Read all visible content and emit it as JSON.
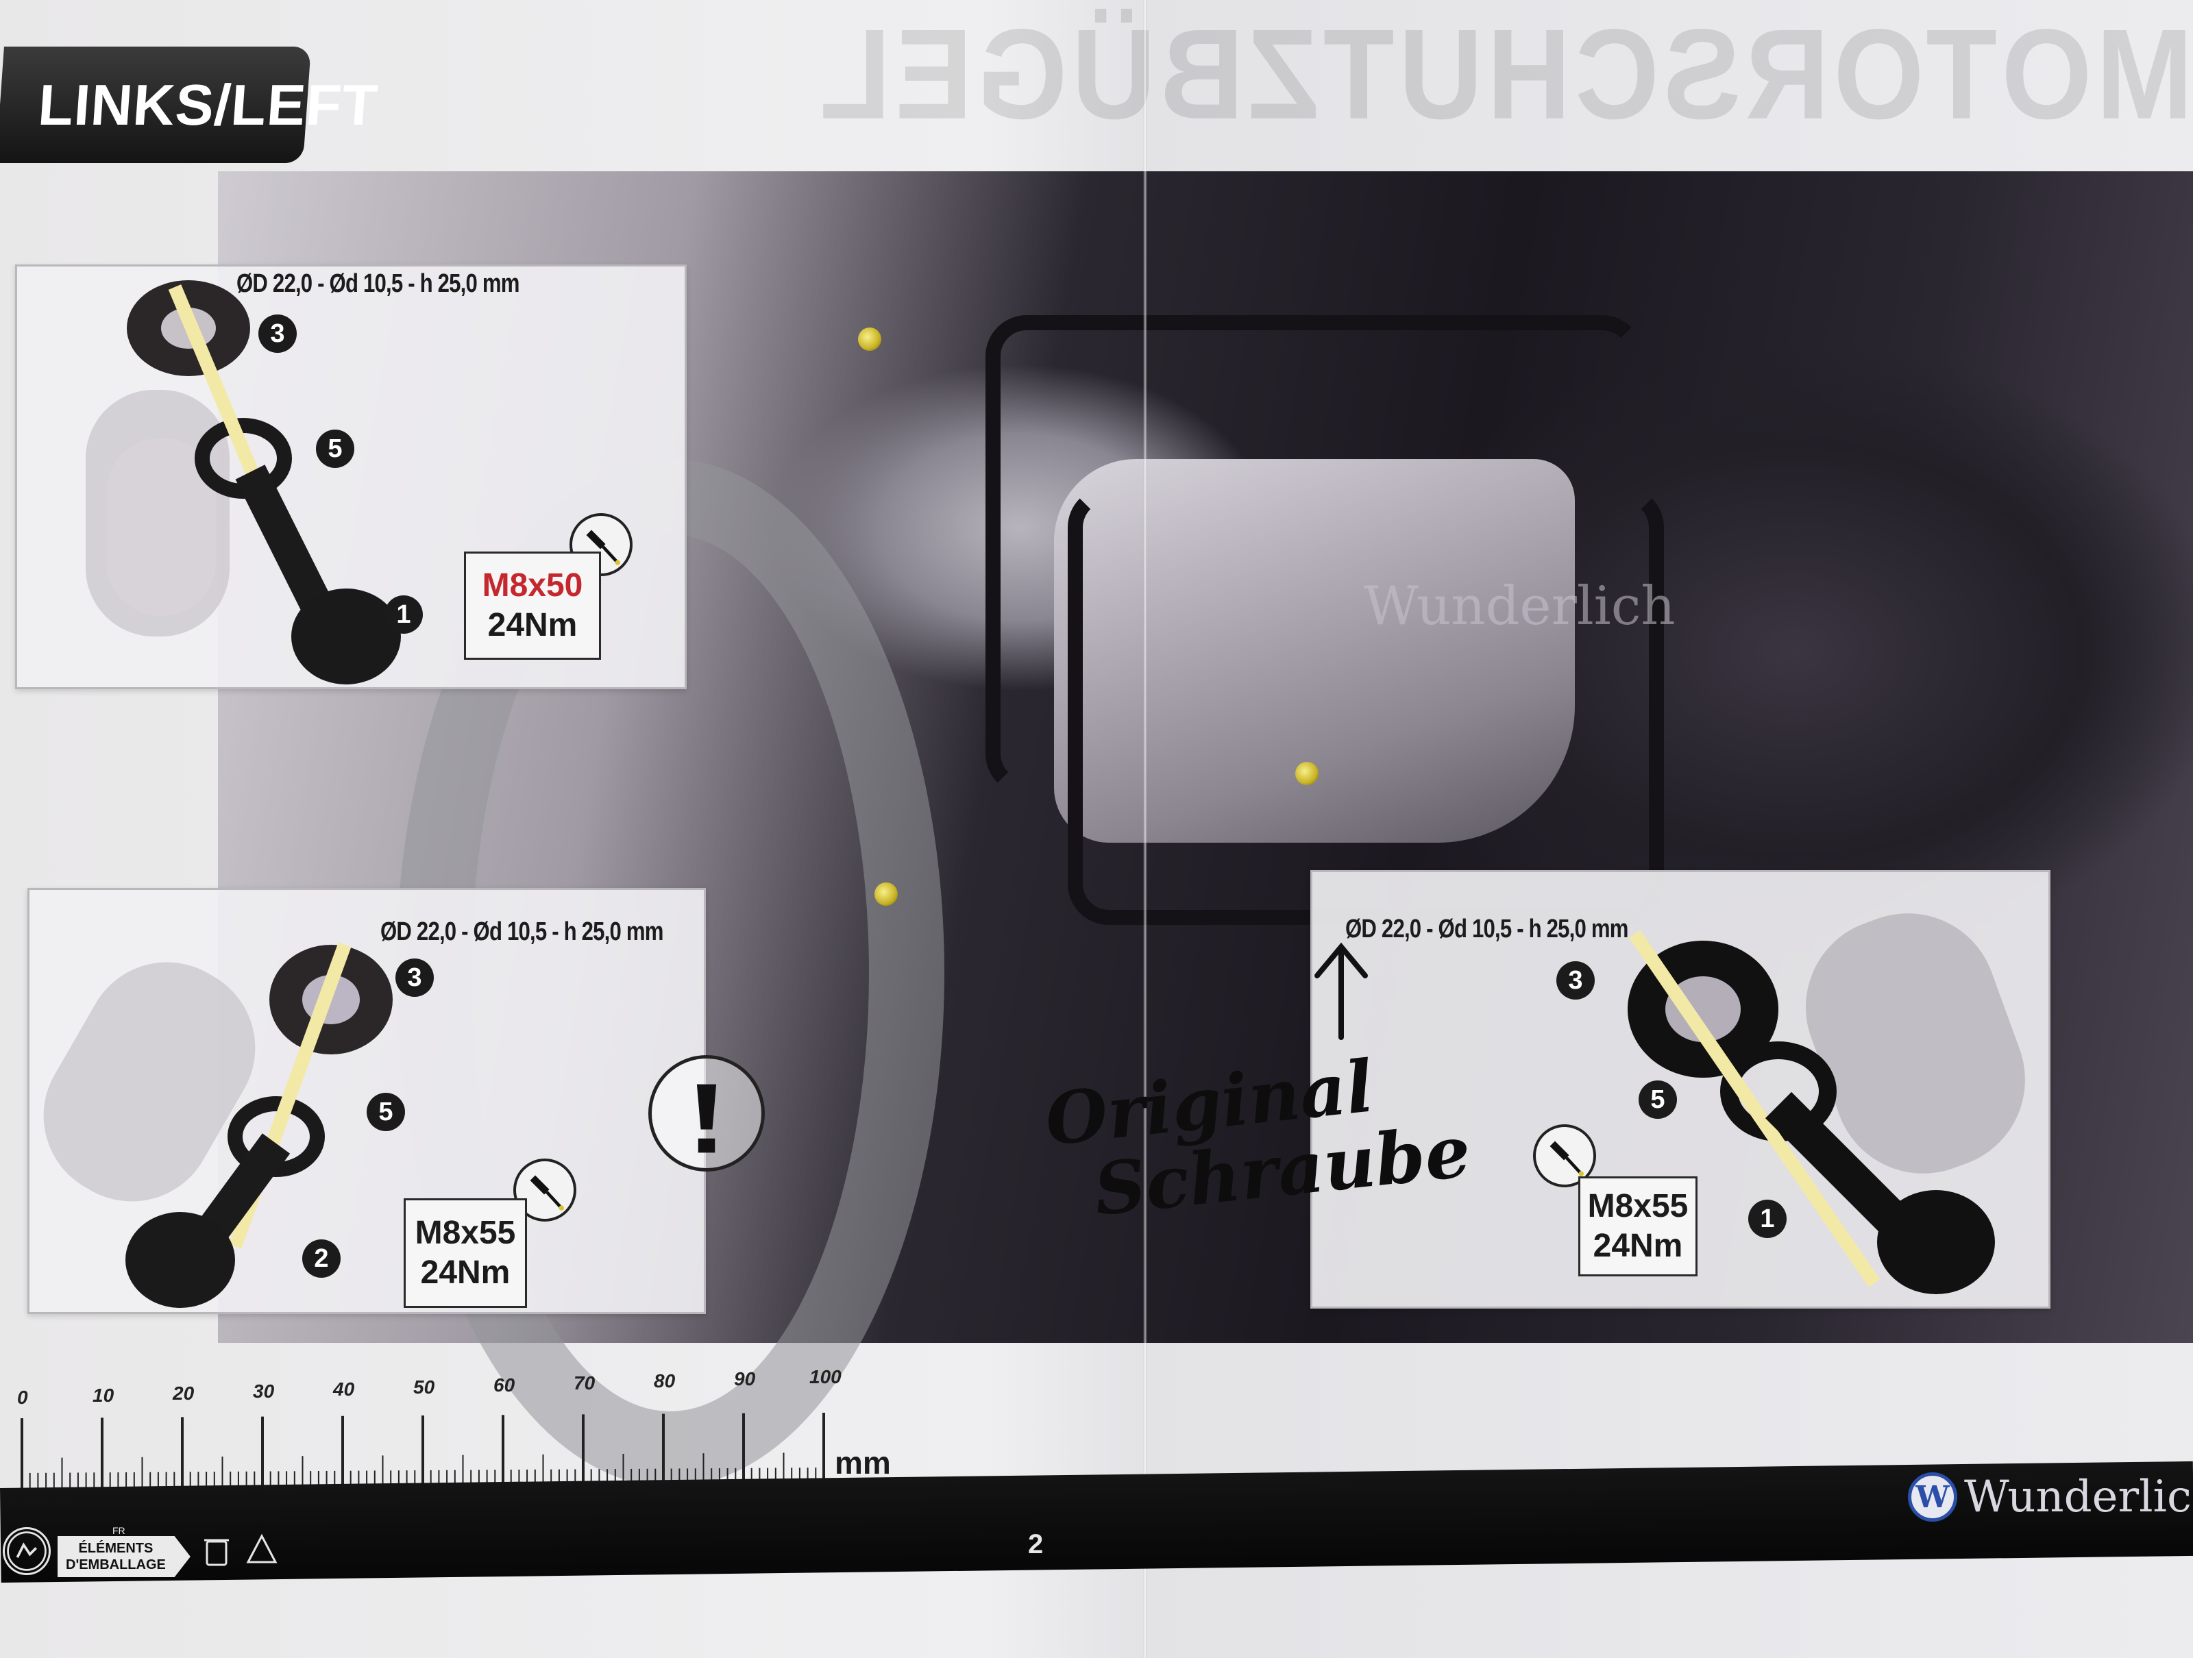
{
  "header": {
    "side_label": "LINKS/LEFT",
    "background_title": "MOTORSCHUTZBÜGEL GUARD"
  },
  "insets": {
    "top_left": {
      "spec": "ØD 22,0 - Ød 10,5 - h 25,0 mm",
      "callouts": [
        "3",
        "5",
        "1"
      ],
      "screw": "M8x50",
      "torque": "24Nm"
    },
    "bottom_left": {
      "spec": "ØD 22,0 - Ød 10,5 - h 25,0 mm",
      "callouts": [
        "3",
        "5",
        "2"
      ],
      "screw": "M8x55",
      "torque": "24Nm",
      "warning_symbol": "!"
    },
    "bottom_right": {
      "spec": "ØD 22,0 - Ød 10,5 - h 25,0 mm",
      "callouts": [
        "3",
        "5",
        "1"
      ],
      "screw": "M8x55",
      "torque": "24Nm"
    }
  },
  "annotation": {
    "line1": "Original",
    "line2": "Schraube"
  },
  "watermark": "Wunderlich",
  "ruler": {
    "labels": [
      "0",
      "10",
      "20",
      "30",
      "40",
      "50",
      "60",
      "70",
      "80",
      "90",
      "100"
    ],
    "unit": "mm"
  },
  "footer": {
    "page_number": "2",
    "brand": "Wunderlich",
    "brand_logo_letter": "W",
    "fr_code": "FR",
    "packaging_line1": "ÉLÉMENTS",
    "packaging_line2": "D'EMBALLAGE"
  },
  "colors": {
    "screw_red": "#c4272e",
    "bolt_yellow": "#d9c52f",
    "footer_black": "#0c0c0c"
  },
  "icons": [
    "torque-wrench-icon",
    "warning-icon",
    "triman-icon",
    "bin-icon",
    "recycle-icon"
  ]
}
